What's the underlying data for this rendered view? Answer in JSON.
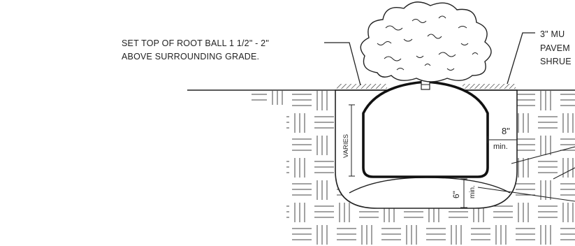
{
  "notes": {
    "root_ball_line1": "SET TOP OF ROOT BALL 1 1/2\" - 2\"",
    "root_ball_line2": "ABOVE SURROUNDING GRADE.",
    "mulch_line1": "3\" MU",
    "mulch_line2": "PAVEM",
    "mulch_line3": "SHRUE"
  },
  "dimensions": {
    "side_label": "VARIES",
    "side_clearance_value": "8\"",
    "side_clearance_unit": "min.",
    "bottom_value": "6\"",
    "bottom_unit": "min."
  }
}
